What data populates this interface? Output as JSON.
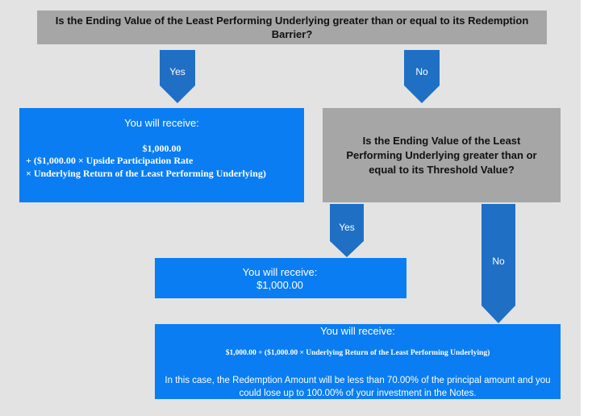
{
  "q1": {
    "text": "Is the Ending Value of the Least Performing Underlying greater than or equal to its Redemption Barrier?"
  },
  "arrow_yes_1": "Yes",
  "arrow_no_1": "No",
  "box_left": {
    "receive": "You will receive:",
    "amount": "$1,000.00",
    "line2": "+ ($1,000.00 × Upside Participation Rate",
    "line3": "× Underlying Return of the Least Performing Underlying)"
  },
  "q2": {
    "text": "Is the Ending Value of the Least Performing Underlying greater than or equal to its Threshold Value?"
  },
  "arrow_yes_2": "Yes",
  "arrow_no_2": "No",
  "box_mid": {
    "receive": "You will receive:",
    "amount": "$1,000.00"
  },
  "box_bottom": {
    "receive": "You will receive:",
    "formula": "$1,000.00 + ($1,000.00 × Underlying Return of the Least Performing Underlying)",
    "note": "In this case, the Redemption Amount will be less than 70.00% of the principal amount and you could lose up to 100.00% of your investment in the Notes."
  }
}
